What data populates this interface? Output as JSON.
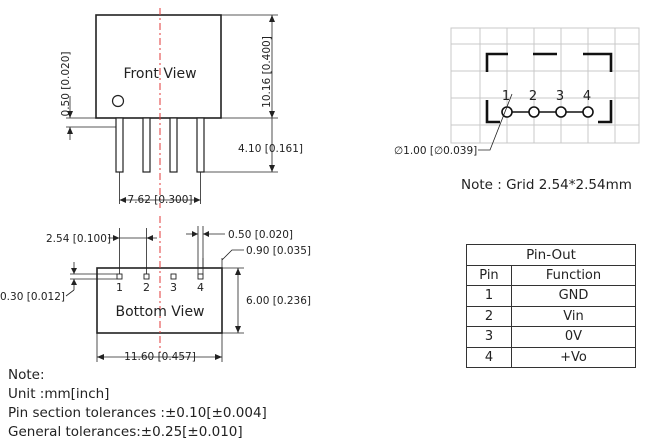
{
  "front_view": {
    "title": "Front View",
    "dims": {
      "thickness": "0.50 [0.020]",
      "height": "10.16 [0.400]",
      "pin_length": "4.10 [0.161]",
      "pin_span": "7.62 [0.300]"
    }
  },
  "bottom_view": {
    "title": "Bottom View",
    "pin_numbers": [
      "1",
      "2",
      "3",
      "4"
    ],
    "dims": {
      "pitch": "2.54 [0.100]",
      "pin_width": "0.50 [0.020]",
      "pin_offset": "0.90 [0.035]",
      "pin_depth": "0.30 [0.012]",
      "width": "6.00 [0.236]",
      "length": "11.60 [0.457]"
    }
  },
  "footprint": {
    "pin_numbers": [
      "1",
      "2",
      "3",
      "4"
    ],
    "hole_dim": "∅1.00 [∅0.039]",
    "note": "Note : Grid 2.54*2.54mm"
  },
  "pinout": {
    "caption": "Pin-Out",
    "headers": [
      "Pin",
      "Function"
    ],
    "rows": [
      {
        "pin": "1",
        "function": "GND"
      },
      {
        "pin": "2",
        "function": "Vin"
      },
      {
        "pin": "3",
        "function": "0V"
      },
      {
        "pin": "4",
        "function": "+Vo"
      }
    ]
  },
  "notes": {
    "title": "Note:",
    "lines": [
      "Unit :mm[inch]",
      "Pin section tolerances :±0.10[±0.004]",
      "General tolerances:±0.25[±0.010]"
    ]
  },
  "colors": {
    "centerline": "#e03a3a",
    "line": "#222222",
    "grid": "#c8c8c8"
  }
}
